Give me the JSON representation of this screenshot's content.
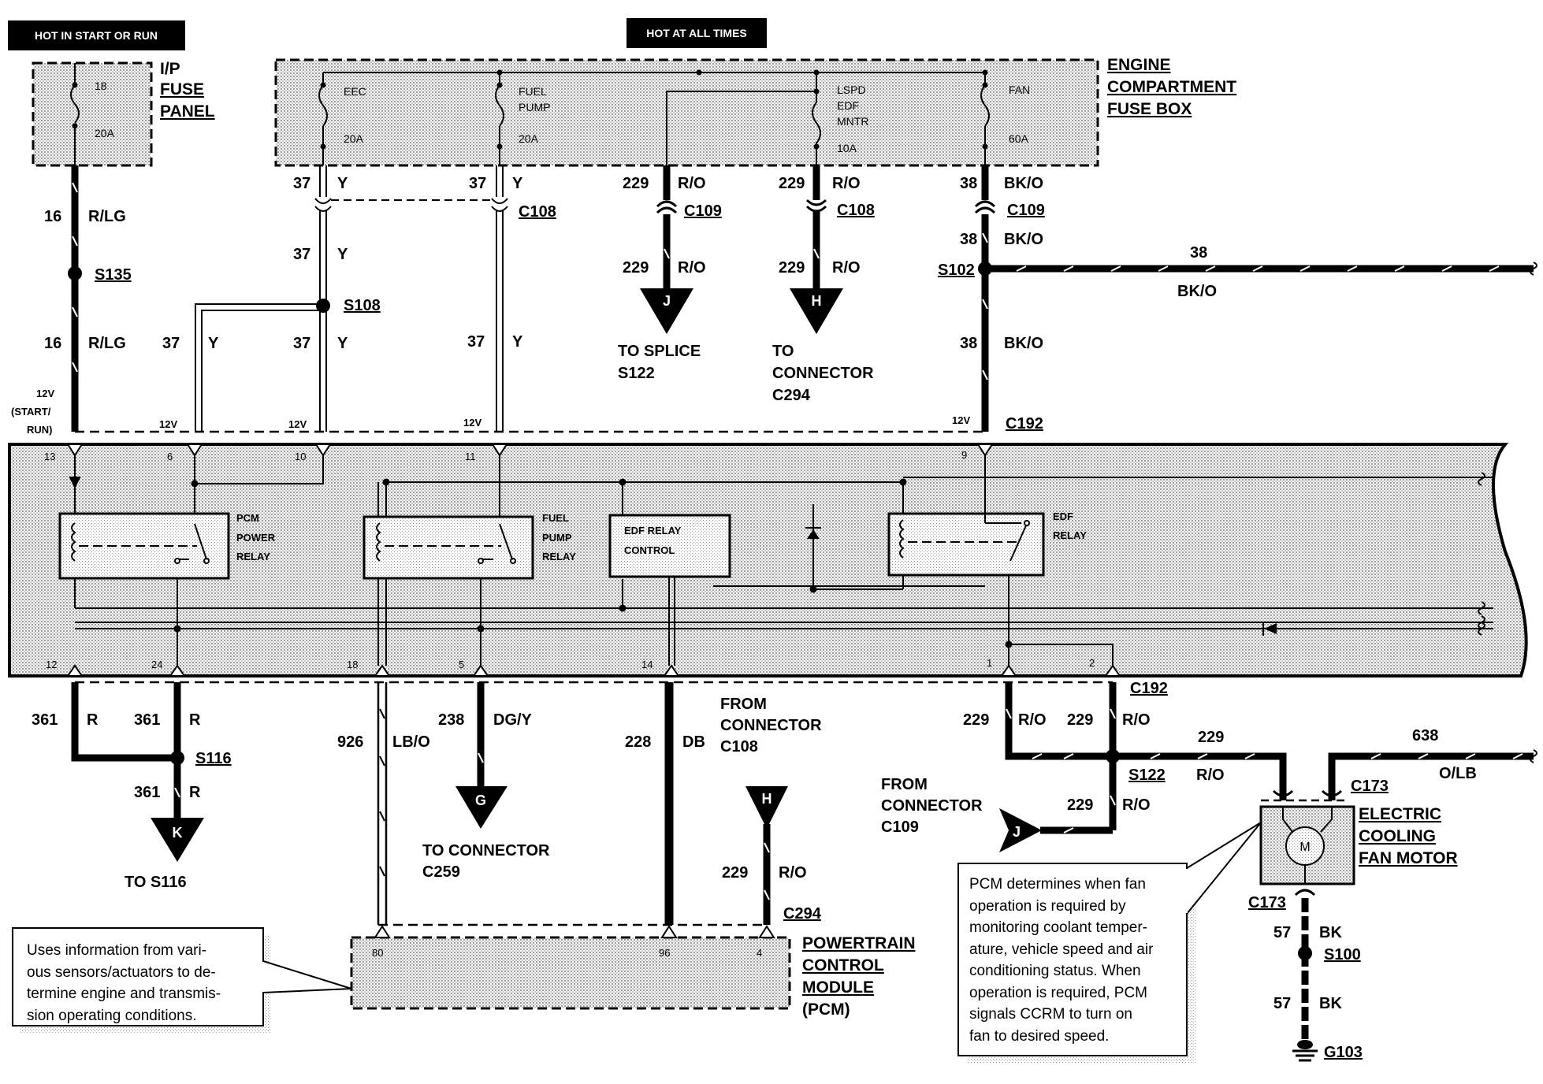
{
  "banners": {
    "hot_start_run": "HOT IN START OR RUN",
    "hot_all_times": "HOT AT ALL TIMES"
  },
  "ip_fuse": {
    "label": [
      "I/P",
      "FUSE",
      "PANEL"
    ],
    "fuse_num": "18",
    "fuse_amp": "20A"
  },
  "ecfb": {
    "label": [
      "ENGINE",
      "COMPARTMENT",
      "FUSE BOX"
    ],
    "fuses": [
      {
        "name": [
          "EEC"
        ],
        "amp": "20A"
      },
      {
        "name": [
          "FUEL",
          "PUMP"
        ],
        "amp": "20A"
      },
      {
        "name": [
          "LSPD",
          "EDF",
          "MNTR"
        ],
        "amp": "10A"
      },
      {
        "name": [
          "FAN"
        ],
        "amp": "60A"
      }
    ]
  },
  "wires": {
    "w16a": {
      "num": "16",
      "color": "R/LG"
    },
    "w16b": {
      "num": "16",
      "color": "R/LG"
    },
    "w37a": {
      "num": "37",
      "color": "Y"
    },
    "w37b": {
      "num": "37",
      "color": "Y"
    },
    "w37c": {
      "num": "37",
      "color": "Y"
    },
    "w37d": {
      "num": "37",
      "color": "Y"
    },
    "w37e": {
      "num": "37",
      "color": "Y"
    },
    "w37f": {
      "num": "37",
      "color": "Y"
    },
    "w229a": {
      "num": "229",
      "color": "R/O"
    },
    "w229b": {
      "num": "229",
      "color": "R/O"
    },
    "w229c": {
      "num": "229",
      "color": "R/O"
    },
    "w229d": {
      "num": "229",
      "color": "R/O"
    },
    "w38a": {
      "num": "38",
      "color": "BK/O"
    },
    "w38b": {
      "num": "38",
      "color": "BK/O"
    },
    "w38c": {
      "num": "38",
      "color": "BK/O"
    },
    "w38h": {
      "num": "38",
      "color": "BK/O"
    },
    "w361a": {
      "num": "361",
      "color": "R"
    },
    "w361b": {
      "num": "361",
      "color": "R"
    },
    "w361c": {
      "num": "361",
      "color": "R"
    },
    "w926": {
      "num": "926",
      "color": "LB/O"
    },
    "w238": {
      "num": "238",
      "color": "DG/Y"
    },
    "w228": {
      "num": "228",
      "color": "DB"
    },
    "w229e": {
      "num": "229",
      "color": "R/O"
    },
    "w229f": {
      "num": "229",
      "color": "R/O"
    },
    "w229g": {
      "num": "229",
      "color": "R/O"
    },
    "w229h": {
      "num": "229",
      "color": "R/O"
    },
    "w229i": {
      "num": "229",
      "color": "R/O"
    },
    "w638": {
      "num": "638",
      "color": "O/LB"
    },
    "w57a": {
      "num": "57",
      "color": "BK"
    },
    "w57b": {
      "num": "57",
      "color": "BK"
    }
  },
  "splices": {
    "s135": "S135",
    "s108": "S108",
    "s102": "S102",
    "s116": "S116",
    "s122": "S122",
    "s100": "S100"
  },
  "connectors": {
    "c108a": "C108",
    "c109a": "C109",
    "c108b": "C108",
    "c109b": "C109",
    "c192a": "C192",
    "c192b": "C192",
    "c173a": "C173",
    "c173b": "C173",
    "c294": "C294",
    "g103": "G103"
  },
  "arrows": {
    "j": "J",
    "h": "H",
    "k": "K",
    "g": "G",
    "h2": "H",
    "j2": "J"
  },
  "dest": {
    "splice_s122": [
      "TO SPLICE",
      "S122"
    ],
    "conn_c294": [
      "TO",
      "CONNECTOR",
      "C294"
    ],
    "to_s116": "TO S116",
    "to_c259": [
      "TO CONNECTOR",
      "C259"
    ],
    "from_c108": [
      "FROM",
      "CONNECTOR",
      "C108"
    ],
    "from_c109": [
      "FROM",
      "CONNECTOR",
      "C109"
    ]
  },
  "ccrm": {
    "pin_labels_top": [
      "13",
      "6",
      "10",
      "11",
      "9"
    ],
    "pin_labels_bottom": [
      "12",
      "24",
      "18",
      "5",
      "14",
      "1",
      "2"
    ],
    "v12": [
      "12V",
      "12V",
      "12V",
      "12V"
    ],
    "start_run": [
      "12V",
      "(START/",
      "RUN)"
    ],
    "relays": {
      "pcm": [
        "PCM",
        "POWER",
        "RELAY"
      ],
      "fuel": [
        "FUEL",
        "PUMP",
        "RELAY"
      ],
      "edf_control": [
        "EDF RELAY",
        "CONTROL"
      ],
      "edf": [
        "EDF",
        "RELAY"
      ]
    }
  },
  "pcm": {
    "label": [
      "POWERTRAIN",
      "CONTROL",
      "MODULE",
      "(PCM)"
    ],
    "pins": [
      "80",
      "96",
      "4"
    ]
  },
  "motor": {
    "label": [
      "ELECTRIC",
      "COOLING",
      "FAN MOTOR"
    ],
    "symbol": "M"
  },
  "notes": {
    "left": [
      "Uses information from vari-",
      "ous sensors/actuators to de-",
      "termine engine and transmis-",
      "sion operating conditions."
    ],
    "right": [
      "PCM determines when fan",
      "operation is required by",
      "monitoring coolant temper-",
      "ature, vehicle speed and air",
      "conditioning status.  When",
      "operation is required, PCM",
      "signals CCRM to turn on",
      "fan to desired speed."
    ]
  }
}
